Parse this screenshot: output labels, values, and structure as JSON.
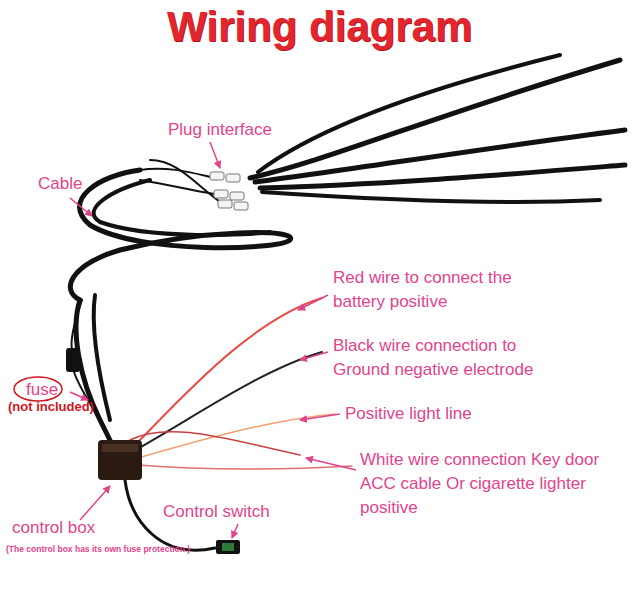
{
  "diagram": {
    "title": "Wiring diagram",
    "labels": [
      "Plug interface",
      "Cable",
      "Red wire to connect the battery positive",
      "Black wire connection to Ground negative electrode",
      "fuse",
      "(not included)",
      "Positive light line",
      "White wire connection Key door ACC cable Or cigarette lighter positive",
      "control box",
      "(The control box has its own fuse protection.)",
      "Control switch"
    ]
  }
}
